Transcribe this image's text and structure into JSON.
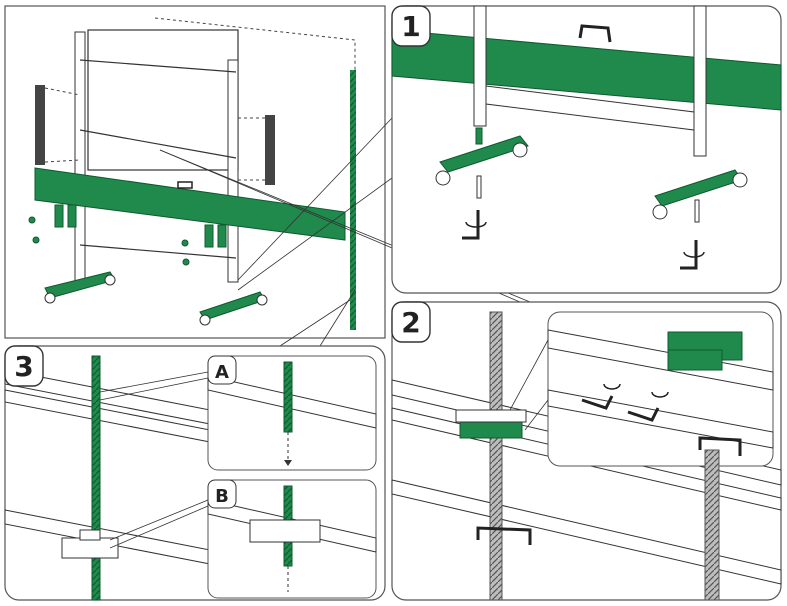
{
  "steps": {
    "step1": "1",
    "step2": "2",
    "step3": "3",
    "sub_a": "A",
    "sub_b": "B"
  },
  "colors": {
    "accent_green": "#1f8a4c",
    "green_dark": "#0f5a30",
    "line": "#333333",
    "panel_border": "#555555",
    "light_gray": "#d9d9d9"
  },
  "icons": [
    "hex-key-icon",
    "rotate-arrow-icon",
    "bolt-icon",
    "caster-wheel-icon",
    "handle-icon"
  ]
}
